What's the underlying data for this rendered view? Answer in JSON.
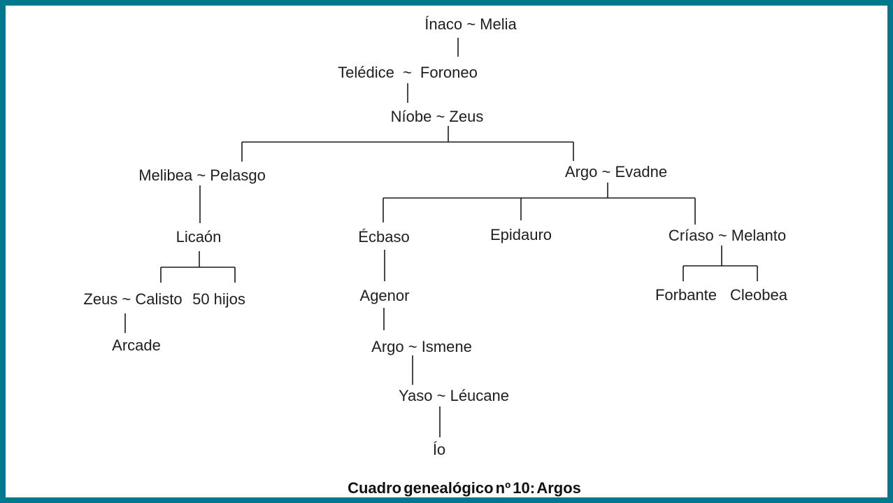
{
  "page": {
    "colors": {
      "frame_border": "#00798f",
      "background": "#ffffff",
      "line": "#1a1a1a",
      "text": "#1e1e1e"
    }
  },
  "diagram": {
    "caption": "Cuadro genealógico nº 10: Argos",
    "nodes": {
      "inaco_melia": "Ínaco ~ Melia",
      "teledice_foroneo": "Telédice ~ Foroneo",
      "niobe_zeus": "Níobe ~ Zeus",
      "melibea_pelasgo": "Melibea ~ Pelasgo",
      "argo_evadne": "Argo ~ Evadne",
      "licaon": "Licaón",
      "ecbaso": "Écbaso",
      "epidauro": "Epidauro",
      "criaso_melanto": "Críaso ~ Melanto",
      "zeus_calisto": "Zeus ~ Calisto",
      "cincuenta_hijos": "50 hijos",
      "arcade": "Arcade",
      "agenor": "Agenor",
      "argo_ismene": "Argo ~ Ismene",
      "yaso_leucane": "Yaso ~ Léucane",
      "io": "Ío",
      "forbante": "Forbante",
      "cleobea": "Cleobea"
    },
    "relations": [
      {
        "parents": "Ínaco ~ Melia",
        "children": [
          "Foroneo"
        ]
      },
      {
        "parents": "Telédice ~ Foroneo",
        "children": [
          "Níobe"
        ]
      },
      {
        "parents": "Níobe ~ Zeus",
        "children": [
          "Melibea ~ Pelasgo",
          "Argo ~ Evadne"
        ]
      },
      {
        "parents": "Melibea ~ Pelasgo",
        "children": [
          "Licaón"
        ]
      },
      {
        "parents": "Licaón",
        "children": [
          "Zeus ~ Calisto",
          "50 hijos"
        ]
      },
      {
        "parents": "Zeus ~ Calisto",
        "children": [
          "Arcade"
        ]
      },
      {
        "parents": "Argo ~ Evadne",
        "children": [
          "Écbaso",
          "Epidauro",
          "Críaso ~ Melanto"
        ]
      },
      {
        "parents": "Écbaso",
        "children": [
          "Agenor"
        ]
      },
      {
        "parents": "Agenor",
        "children": [
          "Argo ~ Ismene"
        ]
      },
      {
        "parents": "Argo ~ Ismene",
        "children": [
          "Yaso ~ Léucane"
        ]
      },
      {
        "parents": "Yaso ~ Léucane",
        "children": [
          "Ío"
        ]
      },
      {
        "parents": "Críaso ~ Melanto",
        "children": [
          "Forbante",
          "Cleobea"
        ]
      }
    ]
  }
}
